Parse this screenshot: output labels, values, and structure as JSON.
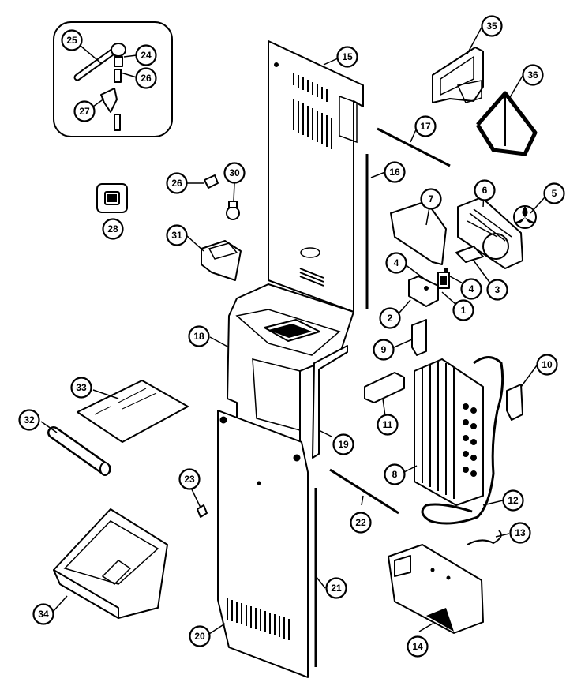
{
  "callouts": [
    {
      "id": "c25",
      "label": "25"
    },
    {
      "id": "c24",
      "label": "24"
    },
    {
      "id": "c26a",
      "label": "26"
    },
    {
      "id": "c27",
      "label": "27"
    },
    {
      "id": "c15",
      "label": "15"
    },
    {
      "id": "c35",
      "label": "35"
    },
    {
      "id": "c36",
      "label": "36"
    },
    {
      "id": "c17",
      "label": "17"
    },
    {
      "id": "c16",
      "label": "16"
    },
    {
      "id": "c28",
      "label": "28"
    },
    {
      "id": "c30",
      "label": "30"
    },
    {
      "id": "c26b",
      "label": "26"
    },
    {
      "id": "c31",
      "label": "31"
    },
    {
      "id": "c7",
      "label": "7"
    },
    {
      "id": "c6",
      "label": "6"
    },
    {
      "id": "c5",
      "label": "5"
    },
    {
      "id": "c4a",
      "label": "4"
    },
    {
      "id": "c4b",
      "label": "4"
    },
    {
      "id": "c3",
      "label": "3"
    },
    {
      "id": "c2",
      "label": "2"
    },
    {
      "id": "c1",
      "label": "1"
    },
    {
      "id": "c18",
      "label": "18"
    },
    {
      "id": "c9",
      "label": "9"
    },
    {
      "id": "c10",
      "label": "10"
    },
    {
      "id": "c33",
      "label": "33"
    },
    {
      "id": "c11",
      "label": "11"
    },
    {
      "id": "c19",
      "label": "19"
    },
    {
      "id": "c32",
      "label": "32"
    },
    {
      "id": "c8",
      "label": "8"
    },
    {
      "id": "c23",
      "label": "23"
    },
    {
      "id": "c22",
      "label": "22"
    },
    {
      "id": "c12",
      "label": "12"
    },
    {
      "id": "c13",
      "label": "13"
    },
    {
      "id": "c21",
      "label": "21"
    },
    {
      "id": "c34",
      "label": "34"
    },
    {
      "id": "c20",
      "label": "20"
    },
    {
      "id": "c14",
      "label": "14"
    }
  ]
}
